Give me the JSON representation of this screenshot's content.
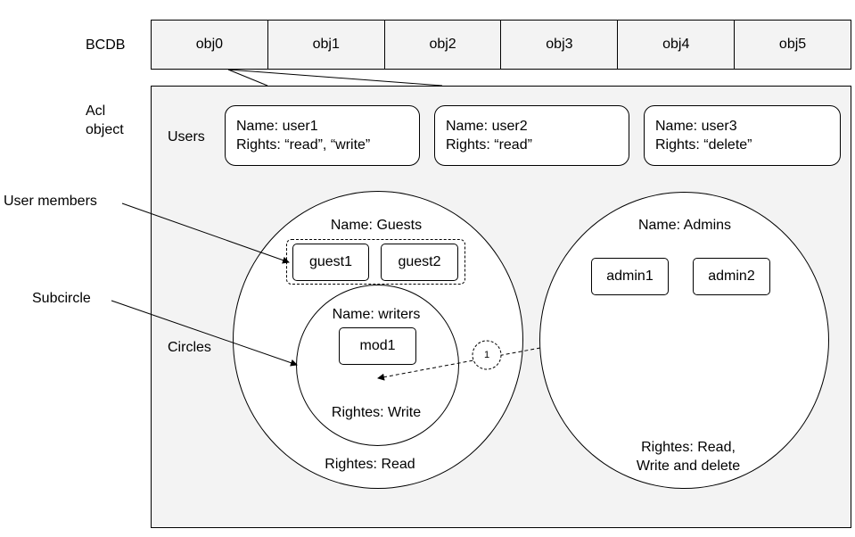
{
  "bcdb": {
    "label": "BCDB",
    "objects": [
      "obj0",
      "obj1",
      "obj2",
      "obj3",
      "obj4",
      "obj5"
    ]
  },
  "acl": {
    "label_line1": "Acl",
    "label_line2": "object",
    "users_label": "Users",
    "users": [
      {
        "name": "Name: user1",
        "rights": "Rights: “read”, “write”"
      },
      {
        "name": "Name: user2",
        "rights": "Rights: “read”"
      },
      {
        "name": "Name: user3",
        "rights": "Rights: “delete”"
      }
    ],
    "circles_label": "Circles",
    "guests": {
      "name": "Name: Guests",
      "members": [
        "guest1",
        "guest2"
      ],
      "rights": "Rightes: Read"
    },
    "writers": {
      "name": "Name: writers",
      "members": [
        "mod1"
      ],
      "rights": "Rightes: Write"
    },
    "admins": {
      "name": "Name: Admins",
      "members": [
        "admin1",
        "admin2"
      ],
      "rights_line1": "Rightes: Read,",
      "rights_line2": "Write and delete"
    },
    "link_marker": "1"
  },
  "annotations": {
    "user_members": "User members",
    "subcircle": "Subcircle"
  }
}
